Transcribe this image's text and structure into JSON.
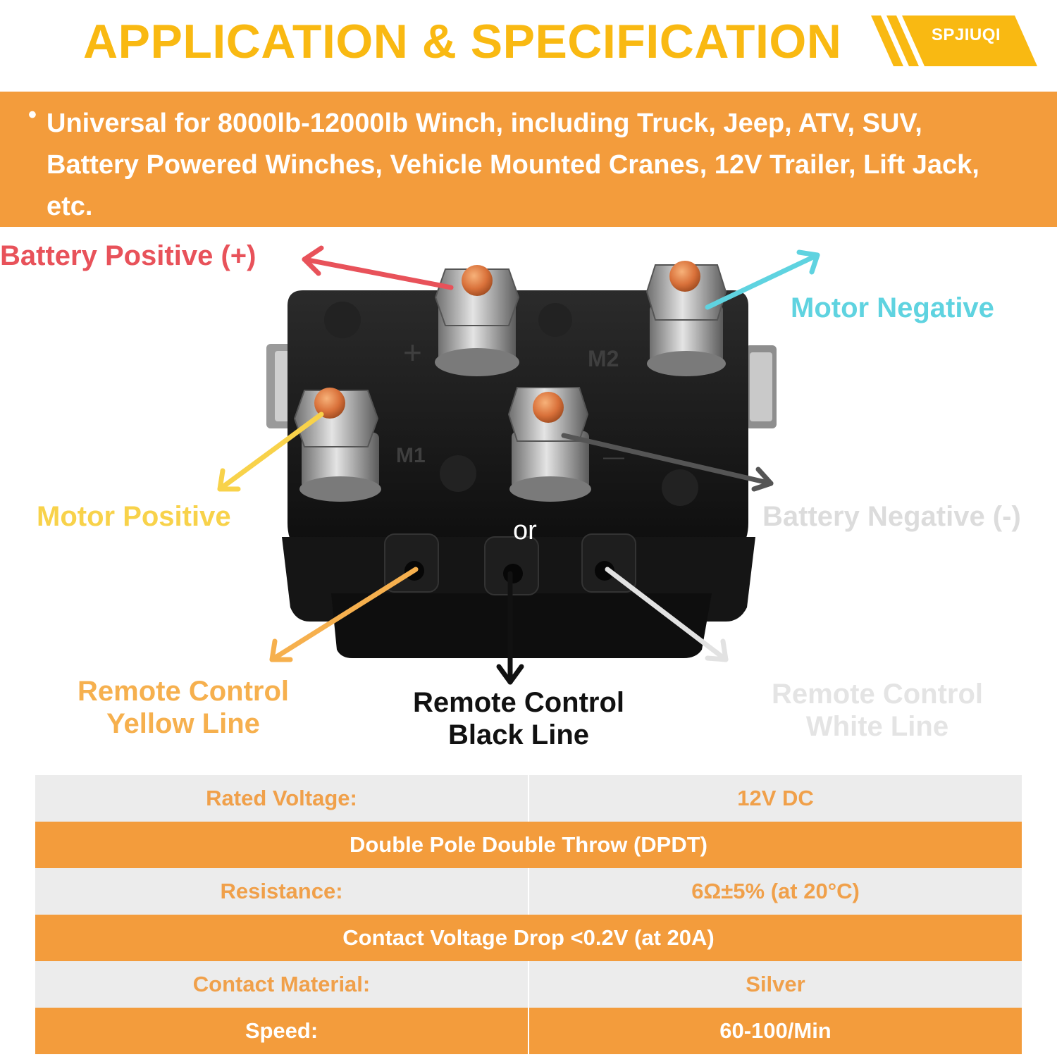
{
  "header": {
    "title": "APPLICATION & SPECIFICATION",
    "brand": "SPJIUQI"
  },
  "banner": {
    "bullet": "•",
    "text": "Universal for 8000lb-12000lb Winch, including Truck, Jeep, ATV, SUV, Battery Powered Winches, Vehicle Mounted Cranes, 12V Trailer, Lift Jack, etc."
  },
  "diagram": {
    "labels": {
      "battery_positive": "Battery Positive (+)",
      "motor_negative": "Motor Negative",
      "motor_positive": "Motor Positive",
      "battery_negative": "Battery Negative (-)",
      "or": "or",
      "remote_yellow_line1": "Remote Control",
      "remote_yellow_line2": "Yellow Line",
      "remote_black_line1": "Remote Control",
      "remote_black_line2": "Black Line",
      "remote_white_line1": "Remote Control",
      "remote_white_line2": "White Line"
    },
    "terminal_marks": {
      "plus": "+",
      "m2": "M2",
      "m1": "M1",
      "minus": "—"
    },
    "colors": {
      "battery_positive": "#e8525a",
      "motor_negative": "#5fd3e0",
      "motor_positive": "#f8d24a",
      "battery_negative": "#dcdcdc",
      "remote_yellow": "#f6b04e",
      "remote_black": "#111111",
      "remote_white": "#e4e4e4"
    }
  },
  "specs": {
    "rated_voltage_label": "Rated Voltage:",
    "rated_voltage_value": "12V DC",
    "pole_type": "Double Pole Double Throw (DPDT)",
    "resistance_label": "Resistance:",
    "resistance_value": "6Ω±5% (at 20°C)",
    "contact_drop": "Contact Voltage Drop <0.2V (at 20A)",
    "contact_material_label": "Contact Material:",
    "contact_material_value": "Silver",
    "speed_label": "Speed:",
    "speed_value": "60-100/Min"
  }
}
